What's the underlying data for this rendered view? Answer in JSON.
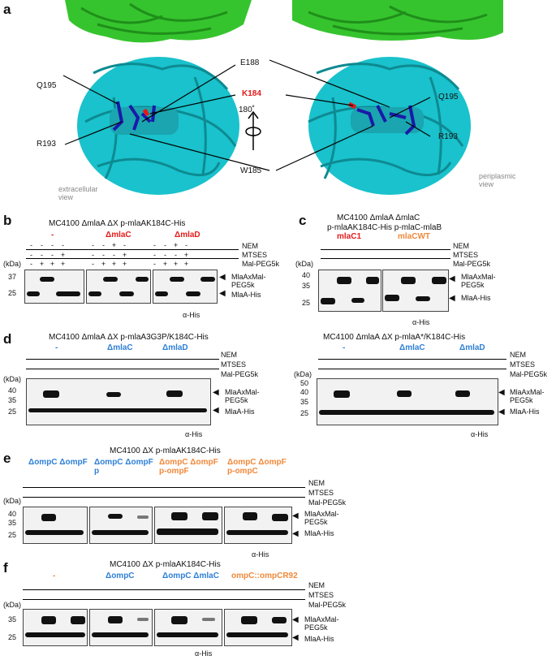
{
  "panel_a": {
    "letter": "a",
    "labels_left": [
      "Q195",
      "R193"
    ],
    "labels_center": [
      "E188",
      "K184",
      "W185"
    ],
    "labels_right": [
      "Q195",
      "R193"
    ],
    "rotation": "180˚",
    "view_left": "extracellular view",
    "view_right": "periplasmic view",
    "colors": {
      "protein_top": "#36c42e",
      "protein_main": "#19c2cc",
      "residue": "#1a1aa8",
      "highlight": "#e51a1a"
    }
  },
  "panel_b": {
    "letter": "b",
    "title": "MC4100 ΔmlaA ΔX p-mlaAK184C-His",
    "groups": [
      "-",
      "ΔmlaC",
      "ΔmlaD"
    ],
    "row_labels": [
      "NEM",
      "MTSES",
      "Mal-PEG5k"
    ],
    "kda_label": "(kDa)",
    "markers": [
      "37",
      "25"
    ],
    "arrow_labels": [
      "MlaAxMal-PEG5k",
      "MlaA-His"
    ],
    "antibody": "α-His"
  },
  "panel_c": {
    "letter": "c",
    "title_line1": "MC4100 ΔmlaA ΔmlaC",
    "title_line2": "p-mlaAK184C-His p-mlaC-mlaB",
    "groups": [
      "mlaC1",
      "mlaCWT"
    ],
    "row_labels": [
      "NEM",
      "MTSES",
      "Mal-PEG5k"
    ],
    "kda_label": "(kDa)",
    "markers": [
      "40",
      "35",
      "25"
    ],
    "arrow_labels": [
      "MlaAxMal-PEG5k",
      "MlaA-His"
    ],
    "antibody": "α-His"
  },
  "panel_d": {
    "letter": "d",
    "title_left": "MC4100 ΔmlaA ΔX p-mlaA3G3P/K184C-His",
    "title_right": "MC4100 ΔmlaA ΔX p-mlaA*/K184C-His",
    "groups": [
      "-",
      "ΔmlaC",
      "ΔmlaD"
    ],
    "row_labels": [
      "NEM",
      "MTSES",
      "Mal-PEG5k"
    ],
    "kda_label": "(kDa)",
    "markers_left": [
      "40",
      "35",
      "25"
    ],
    "markers_right": [
      "50",
      "40",
      "35",
      "25"
    ],
    "arrow_labels": [
      "MlaAxMal-PEG5k",
      "MlaA-His"
    ],
    "antibody": "α-His"
  },
  "panel_e": {
    "letter": "e",
    "title": "MC4100 ΔX p-mlaAK184C-His",
    "groups": [
      "ΔompC ΔompF",
      "ΔompC ΔompF p",
      "ΔompC ΔompF p-ompF",
      "ΔompC ΔompF p-ompC"
    ],
    "row_labels": [
      "NEM",
      "MTSES",
      "Mal-PEG5k"
    ],
    "kda_label": "(kDa)",
    "markers": [
      "40",
      "35",
      "25"
    ],
    "arrow_labels": [
      "MlaAxMal-PEG5k",
      "MlaA-His"
    ],
    "antibody": "α-His"
  },
  "panel_f": {
    "letter": "f",
    "title": "MC4100 ΔX p-mlaAK184C-His",
    "groups": [
      "-",
      "ΔompC",
      "ΔompC ΔmlaC",
      "ompC::ompCR92"
    ],
    "row_labels": [
      "NEM",
      "MTSES",
      "Mal-PEG5k"
    ],
    "kda_label": "(kDa)",
    "markers": [
      "35",
      "25"
    ],
    "arrow_labels": [
      "MlaAxMal-PEG5k",
      "MlaA-His"
    ],
    "antibody": "α-His"
  }
}
